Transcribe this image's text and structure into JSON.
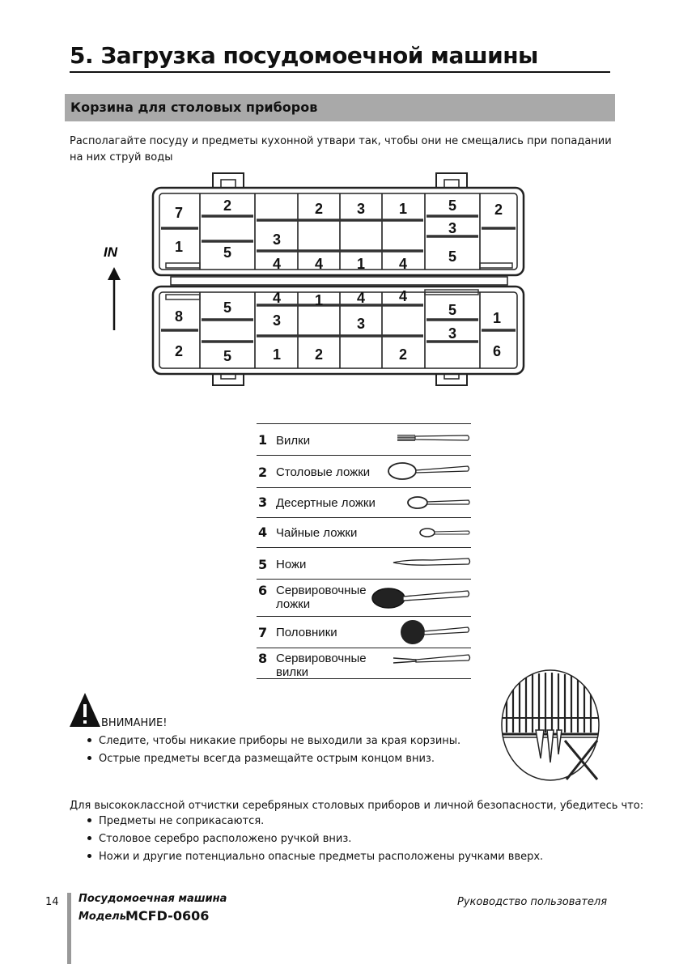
{
  "header": {
    "title": "5. Загрузка посудомоечной машины"
  },
  "section": {
    "title": "Корзина для столовых приборов"
  },
  "intro": "Располагайте посуду и предметы кухонной утвари так, чтобы они не смещались при попадании на них струй воды",
  "diagram": {
    "direction_label": "IN",
    "cells": [
      {
        "id": "c1",
        "num": "7"
      },
      {
        "id": "c2",
        "num": "2"
      },
      {
        "id": "c3",
        "num": "2"
      },
      {
        "id": "c4",
        "num": "3"
      },
      {
        "id": "c5",
        "num": "1"
      },
      {
        "id": "c6",
        "num": "5"
      },
      {
        "id": "c7",
        "num": "2"
      },
      {
        "id": "c8",
        "num": "1"
      },
      {
        "id": "c9",
        "num": "3"
      },
      {
        "id": "c10",
        "num": "3"
      },
      {
        "id": "c11",
        "num": "5"
      },
      {
        "id": "c12",
        "num": "5"
      },
      {
        "id": "c13",
        "num": "4"
      },
      {
        "id": "c14",
        "num": "4"
      },
      {
        "id": "c15",
        "num": "1"
      },
      {
        "id": "c16",
        "num": "4"
      },
      {
        "id": "c17",
        "num": "8"
      },
      {
        "id": "c18",
        "num": "5"
      },
      {
        "id": "c19",
        "num": "4"
      },
      {
        "id": "c20",
        "num": "1"
      },
      {
        "id": "c21",
        "num": "4"
      },
      {
        "id": "c22",
        "num": "4"
      },
      {
        "id": "c23",
        "num": "5"
      },
      {
        "id": "c24",
        "num": "1"
      },
      {
        "id": "c25",
        "num": "3"
      },
      {
        "id": "c26",
        "num": "3"
      },
      {
        "id": "c27",
        "num": "3"
      },
      {
        "id": "c28",
        "num": "2"
      },
      {
        "id": "c29",
        "num": "5"
      },
      {
        "id": "c30",
        "num": "1"
      },
      {
        "id": "c31",
        "num": "2"
      },
      {
        "id": "c32",
        "num": "2"
      },
      {
        "id": "c33",
        "num": "6"
      }
    ]
  },
  "legend": [
    {
      "num": "1",
      "label": "Вилки",
      "icon": "fork-icon"
    },
    {
      "num": "2",
      "label": "Столовые ложки",
      "icon": "tablespoon-icon"
    },
    {
      "num": "3",
      "label": "Десертные ложки",
      "icon": "dessert-spoon-icon"
    },
    {
      "num": "4",
      "label": "Чайные ложки",
      "icon": "teaspoon-icon"
    },
    {
      "num": "5",
      "label": "Ножи",
      "icon": "knife-icon"
    },
    {
      "num": "6",
      "label": "Сервировочные ложки",
      "icon": "serving-spoon-icon"
    },
    {
      "num": "7",
      "label": "Половники",
      "icon": "ladle-icon"
    },
    {
      "num": "8",
      "label": "Сервировочные вилки",
      "icon": "serving-fork-icon"
    }
  ],
  "warning": {
    "title": "ВНИМАНИЕ!",
    "items": [
      "Следите, чтобы никакие приборы не выходили за края корзины.",
      "Острые предметы всегда размещайте острым концом  вниз."
    ]
  },
  "silver": {
    "heading": "Для высококлассной отчистки серебряных столовых приборов и личной безопасности, убедитесь что:",
    "items": [
      "Предметы не соприкасаются.",
      "Столовое серебро расположено ручкой вниз.",
      "Ножи и другие потенциально опасные предметы расположены ручками вверх."
    ]
  },
  "footer": {
    "page_number": "14",
    "product": "Посудомоечная машина",
    "model_label": "Модель",
    "model": "MCFD-0606",
    "manual": "Руководство пользователя"
  }
}
